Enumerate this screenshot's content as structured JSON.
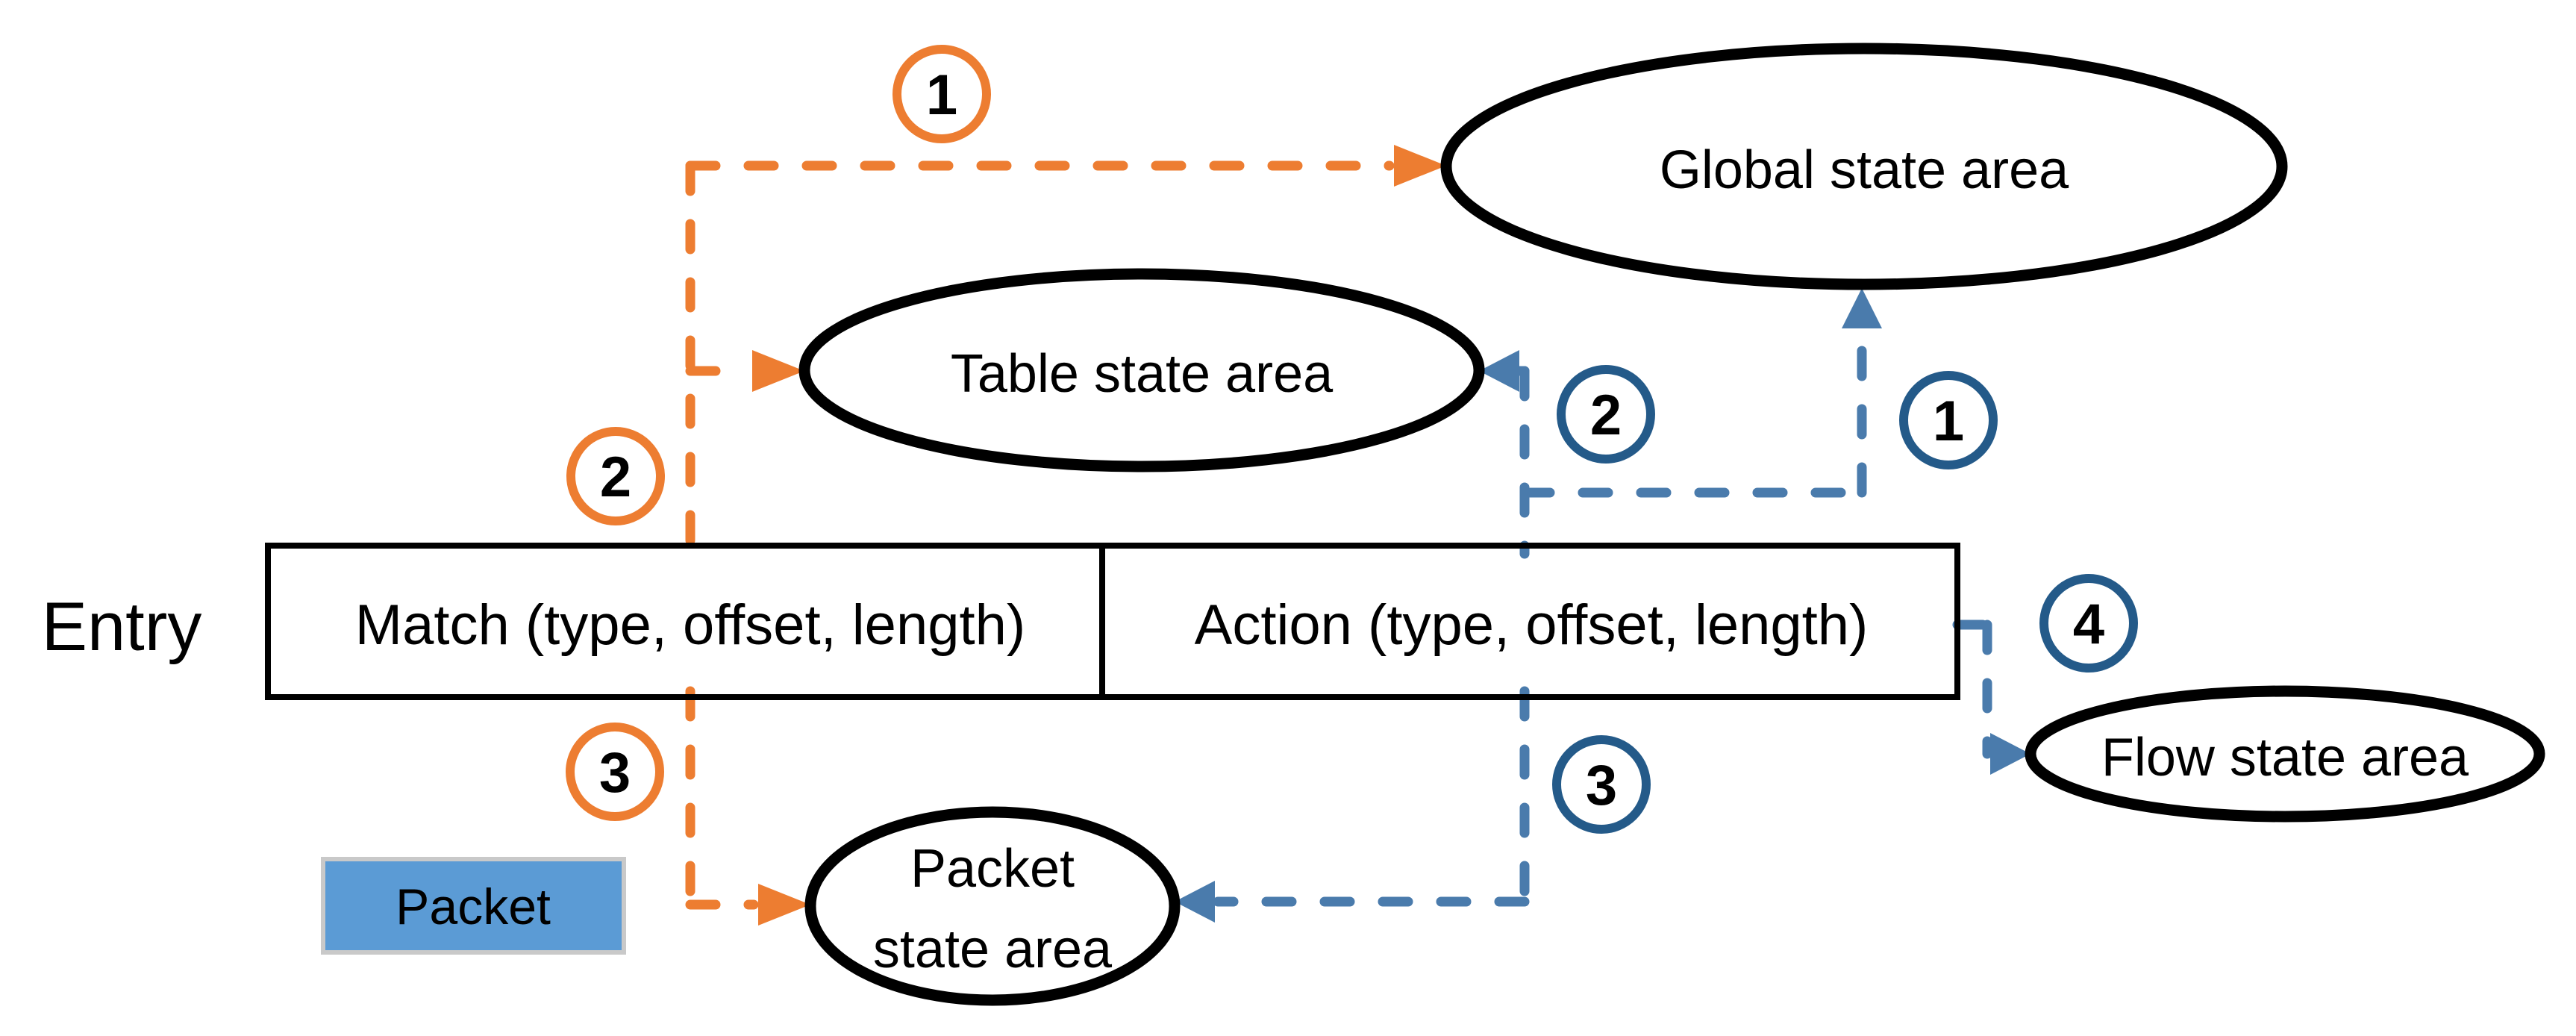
{
  "colors": {
    "orange": "#ED7D31",
    "blue": "#4A7BAC",
    "blue_dark": "#245A89",
    "black": "#000000",
    "packet_fill": "#5B9BD5",
    "packet_border": "#C9C9C9",
    "packet_text": "#FFFFFF",
    "background": "#FFFFFF"
  },
  "entry": {
    "label": "Entry",
    "match_label": "Match (type, offset, length)",
    "action_label": "Action (type, offset, length)"
  },
  "packet_box": {
    "label": "Packet"
  },
  "state_areas": {
    "global": {
      "label": "Global state area"
    },
    "table": {
      "label": "Table state area"
    },
    "packet": {
      "label_line1": "Packet",
      "label_line2": "state area"
    },
    "flow": {
      "label": "Flow state area"
    }
  },
  "steps": {
    "match": [
      {
        "label": "1"
      },
      {
        "label": "2"
      },
      {
        "label": "3"
      }
    ],
    "action": [
      {
        "label": "1"
      },
      {
        "label": "2"
      },
      {
        "label": "3"
      },
      {
        "label": "4"
      }
    ]
  }
}
